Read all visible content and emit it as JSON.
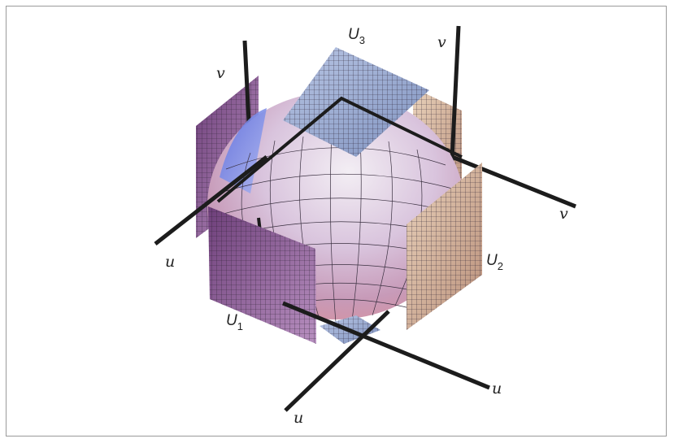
{
  "figure": {
    "labels": {
      "v_top_left": "v",
      "v_top_right": "v",
      "v_right": "v",
      "u_left": "u",
      "u_bottom": "u",
      "u_bottom_right": "u",
      "U1_base": "U",
      "U1_sub": "1",
      "U2_base": "U",
      "U2_sub": "2",
      "U3_base": "U",
      "U3_sub": "3"
    },
    "colors": {
      "border": "#9a9a9a",
      "axis": "#1c1c1c",
      "sphere_light": "#efe6f0",
      "sphere_blue": "#6f7fe0",
      "sphere_pink": "#e4a8b4",
      "plane_purple": "#8a5a93",
      "plane_tan": "#d6b79a",
      "plane_blue": "#8aa0c8"
    }
  }
}
